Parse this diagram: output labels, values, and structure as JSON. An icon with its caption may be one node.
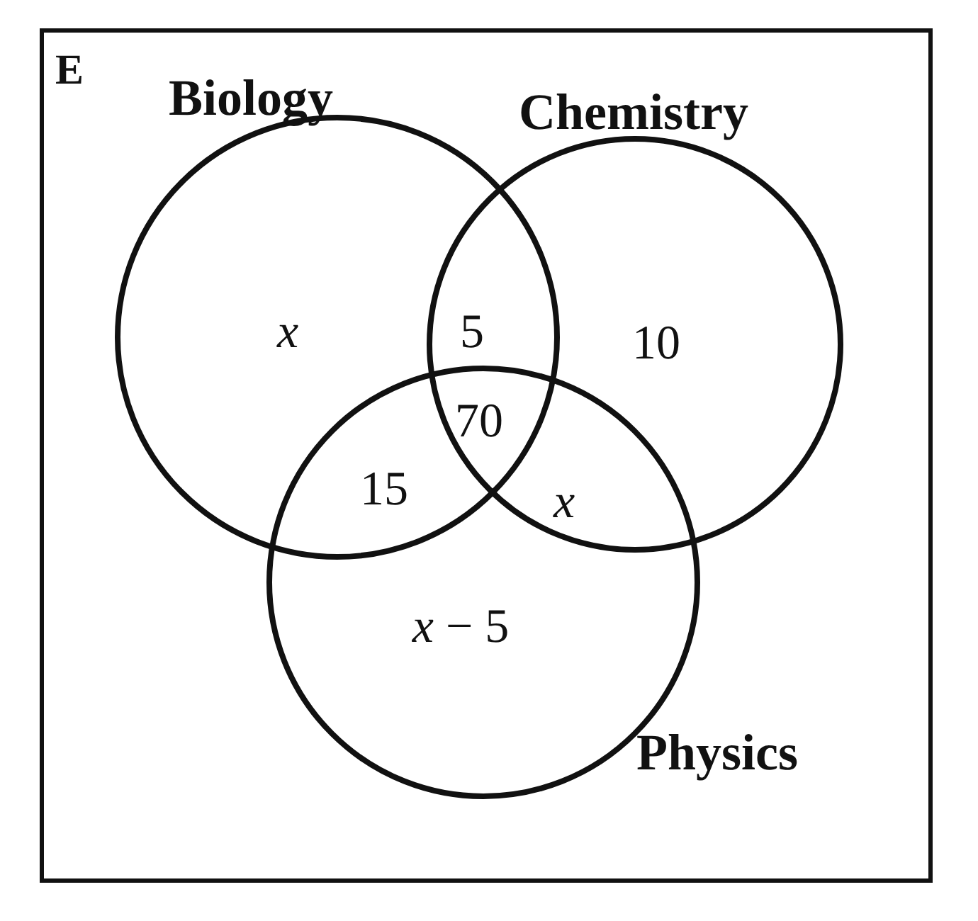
{
  "diagram": {
    "nodes": [
      {
        "text": [
          "E"
        ]
      },
      {
        "text": [
          "Biology"
        ],
        "in": 0
      },
      {
        "text": [
          "Chemistry"
        ],
        "in": 0
      },
      {
        "text": [
          "Physics"
        ],
        "in": 0
      }
    ],
    "labels": [
      "x",
      "5",
      "10",
      "70",
      "15",
      "x",
      "*x* − 5"
    ]
  }
}
